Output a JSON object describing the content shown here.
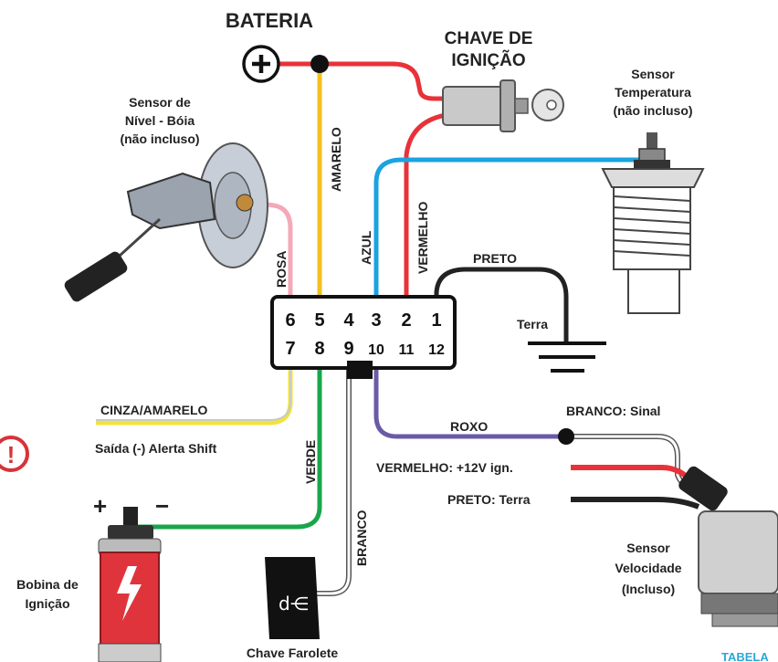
{
  "title": "BATERIA",
  "ignition_switch": "CHAVE DE IGNIÇÃO",
  "temp_sensor": [
    "Sensor",
    "Temperatura",
    "(não incluso)"
  ],
  "level_sensor": [
    "Sensor de",
    "Nível - Bóia",
    "(não incluso)"
  ],
  "wires": {
    "amarelo": "AMARELO",
    "vermelho": "VERMELHO",
    "azul": "AZUL",
    "rosa": "ROSA",
    "preto": "PRETO",
    "terra": "Terra",
    "cinza_amarelo": "CINZA/AMARELO",
    "saida_shift": "Saída (-) Alerta Shift",
    "verde": "VERDE",
    "branco": "BRANCO",
    "roxo": "ROXO"
  },
  "connector_top": [
    "6",
    "5",
    "4",
    "3",
    "2",
    "1"
  ],
  "connector_bottom": [
    "7",
    "8",
    "9",
    "10",
    "11",
    "12"
  ],
  "speed_sensor_wires": {
    "branco_sinal": "BRANCO: Sinal",
    "vermelho_12v": "VERMELHO: +12V ign.",
    "preto_terra": "PRETO: Terra"
  },
  "speed_sensor": [
    "Sensor",
    "Velocidade",
    "(Incluso)"
  ],
  "coil": [
    "Bobina de",
    "Ignição"
  ],
  "coil_plus": "+",
  "coil_minus": "−",
  "light_switch": "Chave Farolete",
  "warning_icon": "!",
  "corner_text": "TABELA"
}
